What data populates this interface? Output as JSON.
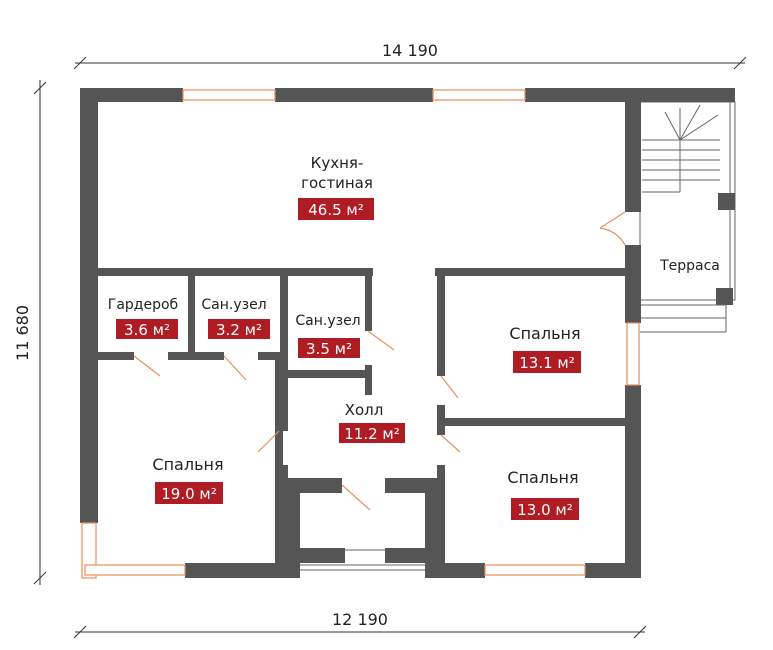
{
  "dimensions": {
    "top": "14 190",
    "left": "11 680",
    "bottom": "12 190"
  },
  "rooms": [
    {
      "name": "Кухня-",
      "name2": "гостиная",
      "area": "46.5 м²"
    },
    {
      "name": "Гардероб",
      "area": "3.6 м²"
    },
    {
      "name": "Сан.узел",
      "area": "3.2 м²"
    },
    {
      "name": "Сан.узел",
      "area": "3.5 м²"
    },
    {
      "name": "Холл",
      "area": "11.2 м²"
    },
    {
      "name": "Спальня",
      "area": "19.0 м²"
    },
    {
      "name": "Спальня",
      "area": "13.1 м²"
    },
    {
      "name": "Спальня",
      "area": "13.0 м²"
    },
    {
      "name": "Терраса"
    }
  ],
  "colors": {
    "wall": "#555555",
    "area_badge": "#b01c24",
    "opening": "#e8905a"
  }
}
